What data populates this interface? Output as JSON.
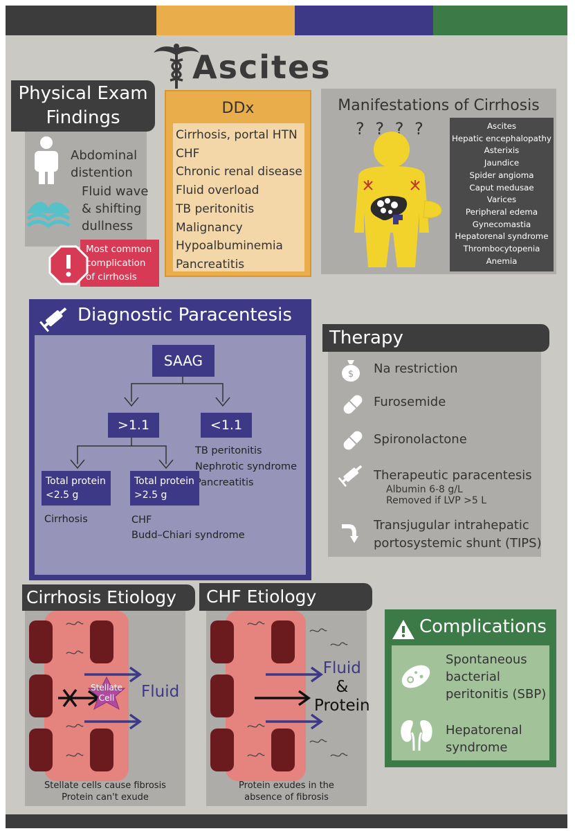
{
  "title": "Ascites",
  "colors": {
    "dark": "#3c3c3c",
    "orange": "#e9ad4b",
    "navy": "#3d3987",
    "green": "#3c7a47",
    "red": "#d63a55",
    "gray_bg": "#cbc9c3",
    "yellow": "#f2d32c"
  },
  "physical_exam": {
    "title_line1": "Physical Exam",
    "title_line2": "Findings",
    "item1_line1": "Abdominal",
    "item1_line2": "distention",
    "item2_line1": "Fluid wave",
    "item2_line2": "& shifting",
    "item2_line3": "dullness",
    "callout_line1": "Most common",
    "callout_line2": "complication",
    "callout_line3": "of cirrhosis"
  },
  "ddx": {
    "title": "DDx",
    "items": [
      "Cirrhosis, portal HTN",
      "CHF",
      "Chronic renal disease",
      "Fluid overload",
      "TB peritonitis",
      "Malignancy",
      "Hypoalbuminemia",
      "Pancreatitis"
    ]
  },
  "manifestations": {
    "title": "Manifestations of Cirrhosis",
    "question_marks": "? ? ? ?",
    "items": [
      "Ascites",
      "Hepatic encephalopathy",
      "Asterixis",
      "Jaundice",
      "Spider angioma",
      "Caput medusae",
      "Varices",
      "Peripheral edema",
      "Gynecomastia",
      "Hepatorenal syndrome",
      "Thrombocytopenia",
      "Anemia"
    ]
  },
  "paracentesis": {
    "title": "Diagnostic Paracentesis",
    "saag": "SAAG",
    "high": ">1.1",
    "low": "<1.1",
    "low_causes": [
      "TB peritonitis",
      "Nephrotic syndrome",
      "Pancreatitis"
    ],
    "tp_low_line1": "Total protein",
    "tp_low_line2": "<2.5 g",
    "tp_high_line1": "Total protein",
    "tp_high_line2": ">2.5 g",
    "tp_low_cause": "Cirrhosis",
    "tp_high_cause1": "CHF",
    "tp_high_cause2": "Budd–Chiari syndrome"
  },
  "therapy": {
    "title": "Therapy",
    "item1": "Na restriction",
    "item2": "Furosemide",
    "item3": "Spironolactone",
    "item4": "Therapeutic paracentesis",
    "item4_sub1": "Albumin 6-8 g/L",
    "item4_sub2": "Removed if LVP >5 L",
    "item5_line1": "Transjugular intrahepatic",
    "item5_line2": "portosystemic shunt (TIPS)"
  },
  "cirrhosis_etiology": {
    "title": "Cirrhosis Etiology",
    "stellate_line1": "Stellate",
    "stellate_line2": "Cell",
    "fluid": "Fluid",
    "caption1": "Stellate cells cause fibrosis",
    "caption2": "Protein can't exude"
  },
  "chf_etiology": {
    "title": "CHF Etiology",
    "fluid": "Fluid",
    "amp": "&",
    "protein": "Protein",
    "caption1": "Protein exudes in the",
    "caption2": "absence of fibrosis"
  },
  "complications": {
    "title": "Complications",
    "item1_line1": "Spontaneous",
    "item1_line2": "bacterial",
    "item1_line3": "peritonitis (SBP)",
    "item2_line1": "Hepatorenal",
    "item2_line2": "syndrome"
  }
}
